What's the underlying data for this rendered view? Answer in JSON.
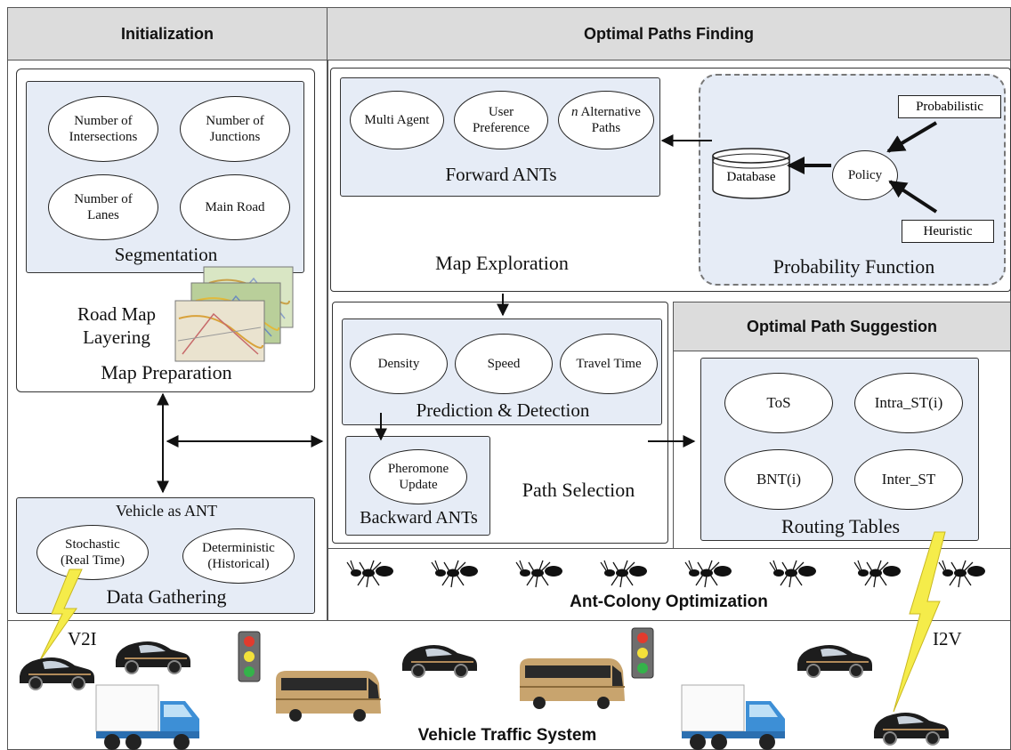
{
  "headers": {
    "initialization": "Initialization",
    "optimal_paths_finding": "Optimal Paths Finding",
    "optimal_path_suggestion": "Optimal Path Suggestion"
  },
  "segmentation": {
    "items": [
      "Number of\nIntersections",
      "Number of\nJunctions",
      "Number of\nLanes",
      "Main Road"
    ],
    "title": "Segmentation"
  },
  "map_preparation": {
    "road_map_layering": "Road Map\nLayering",
    "title": "Map Preparation"
  },
  "data_gathering": {
    "vehicle_as_ant": "Vehicle as ANT",
    "items": [
      "Stochastic\n(Real Time)",
      "Deterministic\n(Historical)"
    ],
    "title": "Data Gathering"
  },
  "forward_ants": {
    "items": [
      "Multi Agent",
      "User\nPreference",
      "Alternative\nPaths"
    ],
    "n_prefix": "n",
    "title": "Forward ANTs"
  },
  "probability_function": {
    "probabilistic": "Probabilistic",
    "heuristic": "Heuristic",
    "policy": "Policy",
    "database": "Database",
    "title": "Probability Function"
  },
  "map_exploration": "Map Exploration",
  "prediction_detection": {
    "items": [
      "Density",
      "Speed",
      "Travel Time"
    ],
    "title": "Prediction & Detection"
  },
  "backward_ants": {
    "item": "Pheromone\nUpdate",
    "title": "Backward ANTs"
  },
  "path_selection": "Path Selection",
  "routing_tables": {
    "items": [
      "ToS",
      "Intra_ST(i)",
      "BNT(i)",
      "Inter_ST"
    ],
    "title": "Routing Tables"
  },
  "aco": "Ant-Colony Optimization",
  "traffic": {
    "v2i": "V2I",
    "i2v": "I2V",
    "title": "Vehicle Traffic System"
  },
  "colors": {
    "panel_blue": "#e6ecf6",
    "header_gray": "#dcdcdc",
    "bolt_yellow": "#f5ec4a"
  }
}
